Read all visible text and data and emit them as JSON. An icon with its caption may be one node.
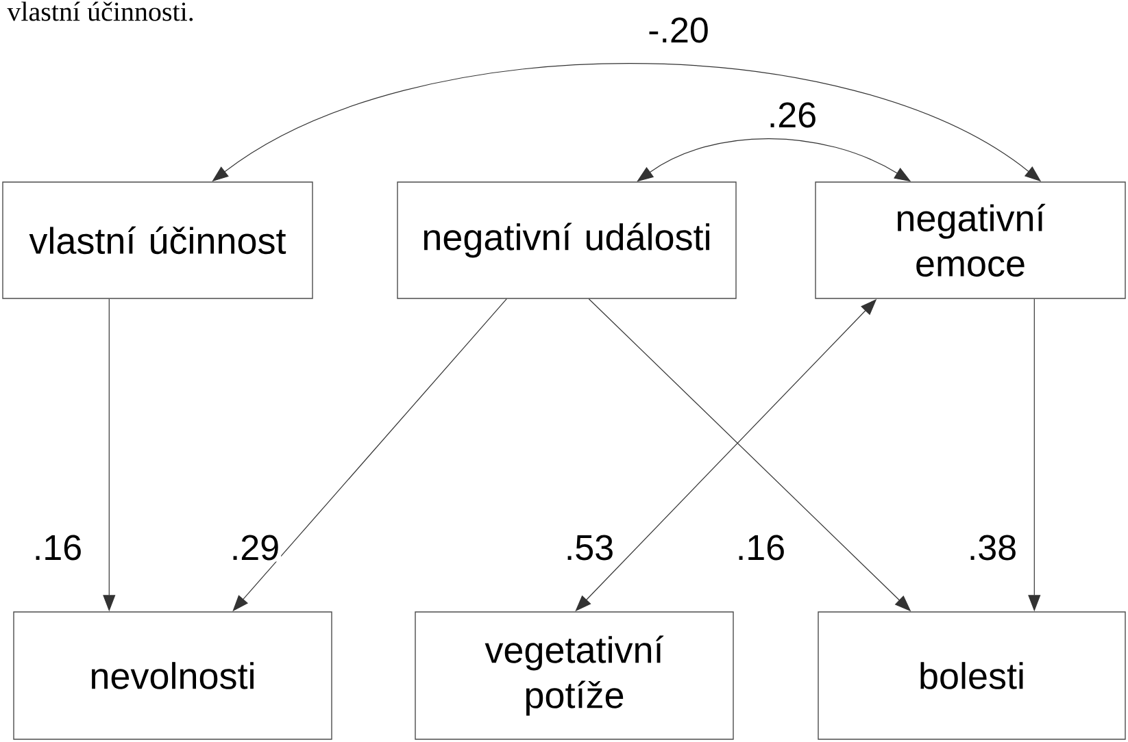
{
  "diagram": {
    "nodes": [
      {
        "text": [
          "vlastní účinnost"
        ]
      },
      {
        "text": [
          "negativní události"
        ]
      },
      {
        "text": [
          "negativní emoce"
        ]
      },
      {
        "text": [
          "nevolnosti"
        ]
      },
      {
        "text": [
          "vegetativní potíže"
        ]
      },
      {
        "text": [
          "bolesti"
        ]
      }
    ],
    "edges": [
      {
        "from": 0,
        "to": 2,
        "arrow": "both",
        "label": "-.20"
      },
      {
        "from": 1,
        "to": 2,
        "arrow": "both",
        "label": ".26"
      },
      {
        "from": 0,
        "to": 3,
        "arrow": "to",
        "label": ".16"
      },
      {
        "from": 1,
        "to": 3,
        "arrow": "to",
        "label": ".29"
      },
      {
        "from": 2,
        "to": 4,
        "arrow": "both",
        "label": ".53"
      },
      {
        "from": 1,
        "to": 5,
        "arrow": "to",
        "label": ".16"
      },
      {
        "from": 2,
        "to": 5,
        "arrow": "to",
        "label": ".38"
      }
    ],
    "labels": [
      "vlastní účinnosti."
    ]
  }
}
